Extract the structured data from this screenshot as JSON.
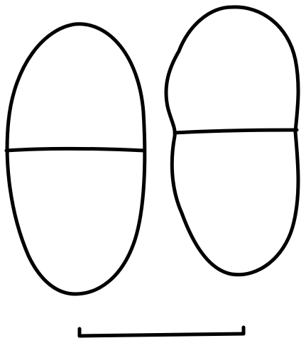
{
  "figure": {
    "background": "#ffffff",
    "stroke_color": "#000000",
    "spores": [
      {
        "name": "spore-left",
        "septa": 1
      },
      {
        "name": "spore-right",
        "septa": 1
      }
    ],
    "scale_bar": {
      "label": ""
    }
  }
}
